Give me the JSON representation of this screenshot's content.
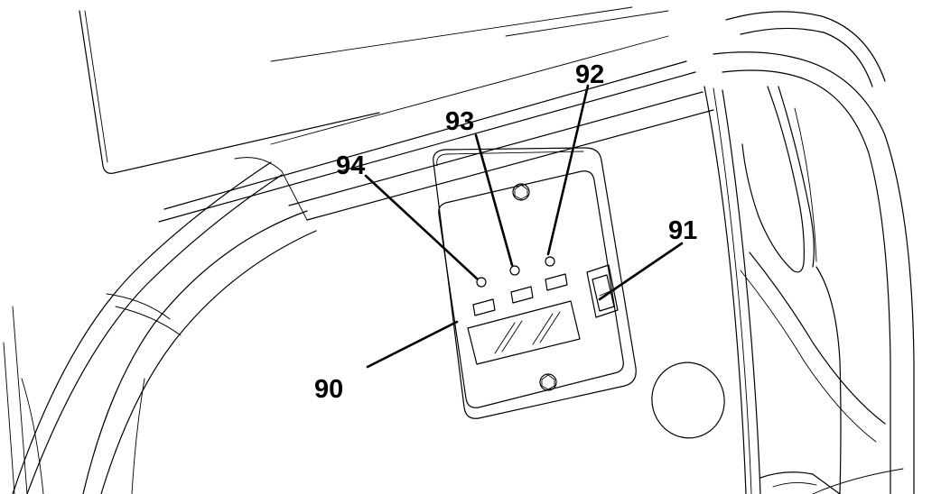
{
  "callouts": {
    "c90": "90",
    "c91": "91",
    "c92": "92",
    "c93": "93",
    "c94": "94"
  },
  "colors": {
    "line": "#000000",
    "background": "#ffffff"
  }
}
